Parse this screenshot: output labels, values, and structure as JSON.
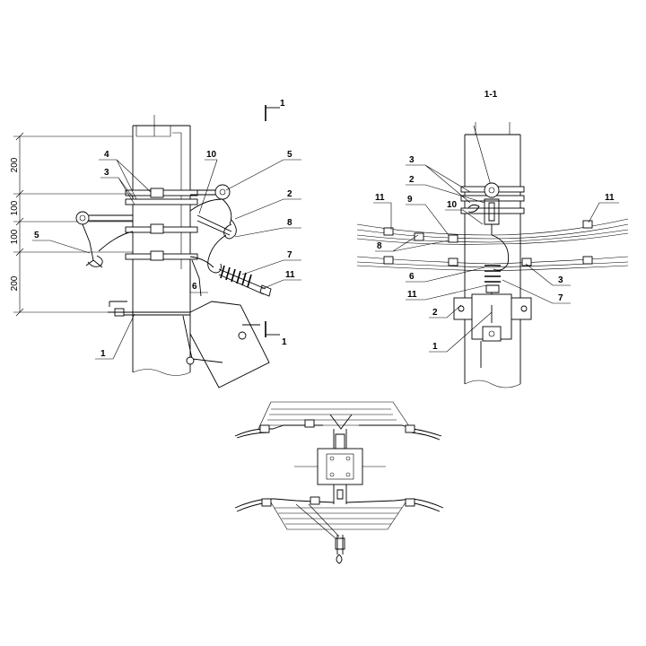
{
  "section": {
    "mark": "1",
    "title": "1-1"
  },
  "dimensions": [
    "200",
    "100",
    "100",
    "200"
  ],
  "left_view": {
    "callouts": [
      "4",
      "3",
      "10",
      "5",
      "2",
      "8",
      "7",
      "11",
      "6",
      "5",
      "1"
    ]
  },
  "right_view": {
    "callouts": [
      "3",
      "2",
      "10",
      "9",
      "11",
      "11",
      "8",
      "6",
      "11",
      "2",
      "1",
      "3",
      "7"
    ]
  }
}
